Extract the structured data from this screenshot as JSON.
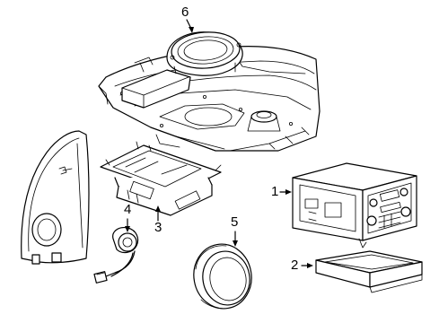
{
  "diagram": {
    "callouts": [
      {
        "id": "1",
        "label": "1",
        "part": "radio-receiver"
      },
      {
        "id": "2",
        "label": "2",
        "part": "storage-pocket"
      },
      {
        "id": "3",
        "label": "3",
        "part": "amplifier"
      },
      {
        "id": "4",
        "label": "4",
        "part": "tweeter"
      },
      {
        "id": "5",
        "label": "5",
        "part": "door-speaker"
      },
      {
        "id": "6",
        "label": "6",
        "part": "rear-speaker"
      }
    ],
    "colors": {
      "line": "#000000",
      "background": "#ffffff"
    }
  }
}
